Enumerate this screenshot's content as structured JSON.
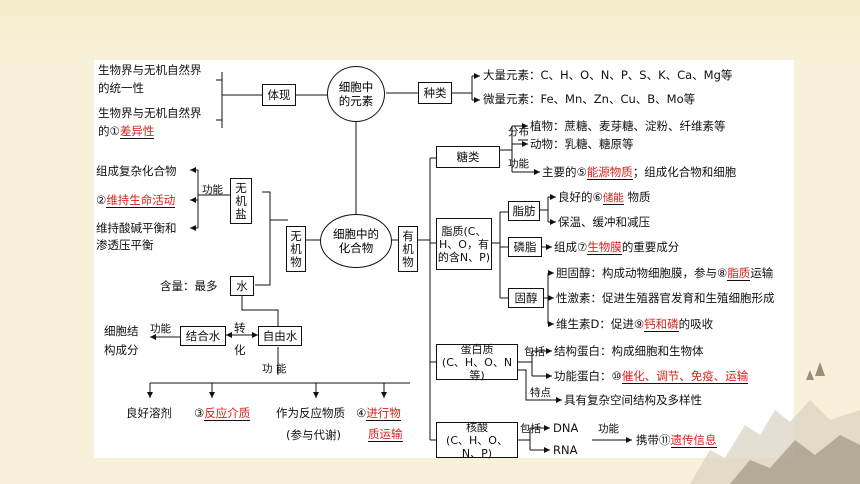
{
  "center": {
    "yuansu": "细胞中\n的元素",
    "huahewu": "细胞中的\n化合物"
  },
  "left_top": {
    "line1": "生物界与无机自然界",
    "line2": "的统一性",
    "line3": "生物界与无机自然界",
    "line4_prefix": "的①",
    "line4_answer": "差异性",
    "box": "体现"
  },
  "elements": {
    "box": "种类",
    "major": "大量元素：C、H、O、N、P、S、K、Ca、Mg等",
    "trace": "微量元素：Fe、Mn、Zn、Cu、B、Mo等"
  },
  "inorganic": {
    "box": "无\n机\n物",
    "salt_box": "无\n机\n盐",
    "salt_func_label": "功能",
    "salt_f1": "组成复杂化合物",
    "salt_f2_prefix": "②",
    "salt_f2_answer": "维持生命活动",
    "salt_f3": "维持酸碱平衡和",
    "salt_f3b": "渗透压平衡",
    "water_box": "水",
    "water_content": "含量：最多",
    "bound_box": "结合水",
    "free_box": "自由水",
    "convert1": "转",
    "convert2": "化",
    "bound_func_label": "功能",
    "bound_func1": "细胞结",
    "bound_func2": "构成分",
    "free_func_label": "功  能",
    "free_f1": "良好溶剂",
    "free_f2_prefix": "③",
    "free_f2_answer": "反应介质",
    "free_f3a": "作为反应物质",
    "free_f3b": "(参与代谢)",
    "free_f4_prefix": "④",
    "free_f4_answer_a": "进行物",
    "free_f4_answer_b": "质运输"
  },
  "organic": {
    "box": "有\n机\n物",
    "sugar": {
      "box": "糖类",
      "dist_label": "分布",
      "plant": "植物：蔗糖、麦芽糖、淀粉、纤维素等",
      "animal": "动物：乳糖、糖原等",
      "func_label": "功能",
      "func_prefix": "主要的⑤",
      "func_answer": "能源物质",
      "func_suffix": "；组成化合物和细胞"
    },
    "lipid": {
      "box": "脂质(C、\nH、O，有\n的含N、P)",
      "fat_box": "脂肪",
      "fat1_prefix": "良好的⑥",
      "fat1_answer": "储能",
      "fat1_suffix": "物质",
      "fat2": "保温、缓冲和减压",
      "phos_box": "磷脂",
      "phos_prefix": "组成⑦",
      "phos_answer": "生物膜",
      "phos_suffix": "的重要成分",
      "sterol_box": "固醇",
      "st1_prefix": "胆固醇：构成动物细胞膜，参与⑧",
      "st1_answer": "脂质",
      "st1_suffix": "运输",
      "st2": "性激素：促进生殖器官发育和生殖细胞形成",
      "st3_prefix": "维生素D：促进⑨",
      "st3_answer": "钙和磷",
      "st3_suffix": "的吸收"
    },
    "protein": {
      "box": "蛋白质\n(C、H、O、N等)",
      "include_label": "包括",
      "struct": "结构蛋白：构成细胞和生物体",
      "func_prefix": "功能蛋白：⑩",
      "func_answer": "催化、调节、免疫、运输",
      "feature_label": "特点",
      "feature": "具有复杂空间结构及多样性"
    },
    "nucleic": {
      "box": "核酸\n(C、H、O、N、P)",
      "include_label": "包括",
      "dna": "DNA",
      "rna": "RNA",
      "func_label": "功能",
      "carry_prefix": "携带⑪",
      "carry_answer": "遗传信息"
    }
  }
}
